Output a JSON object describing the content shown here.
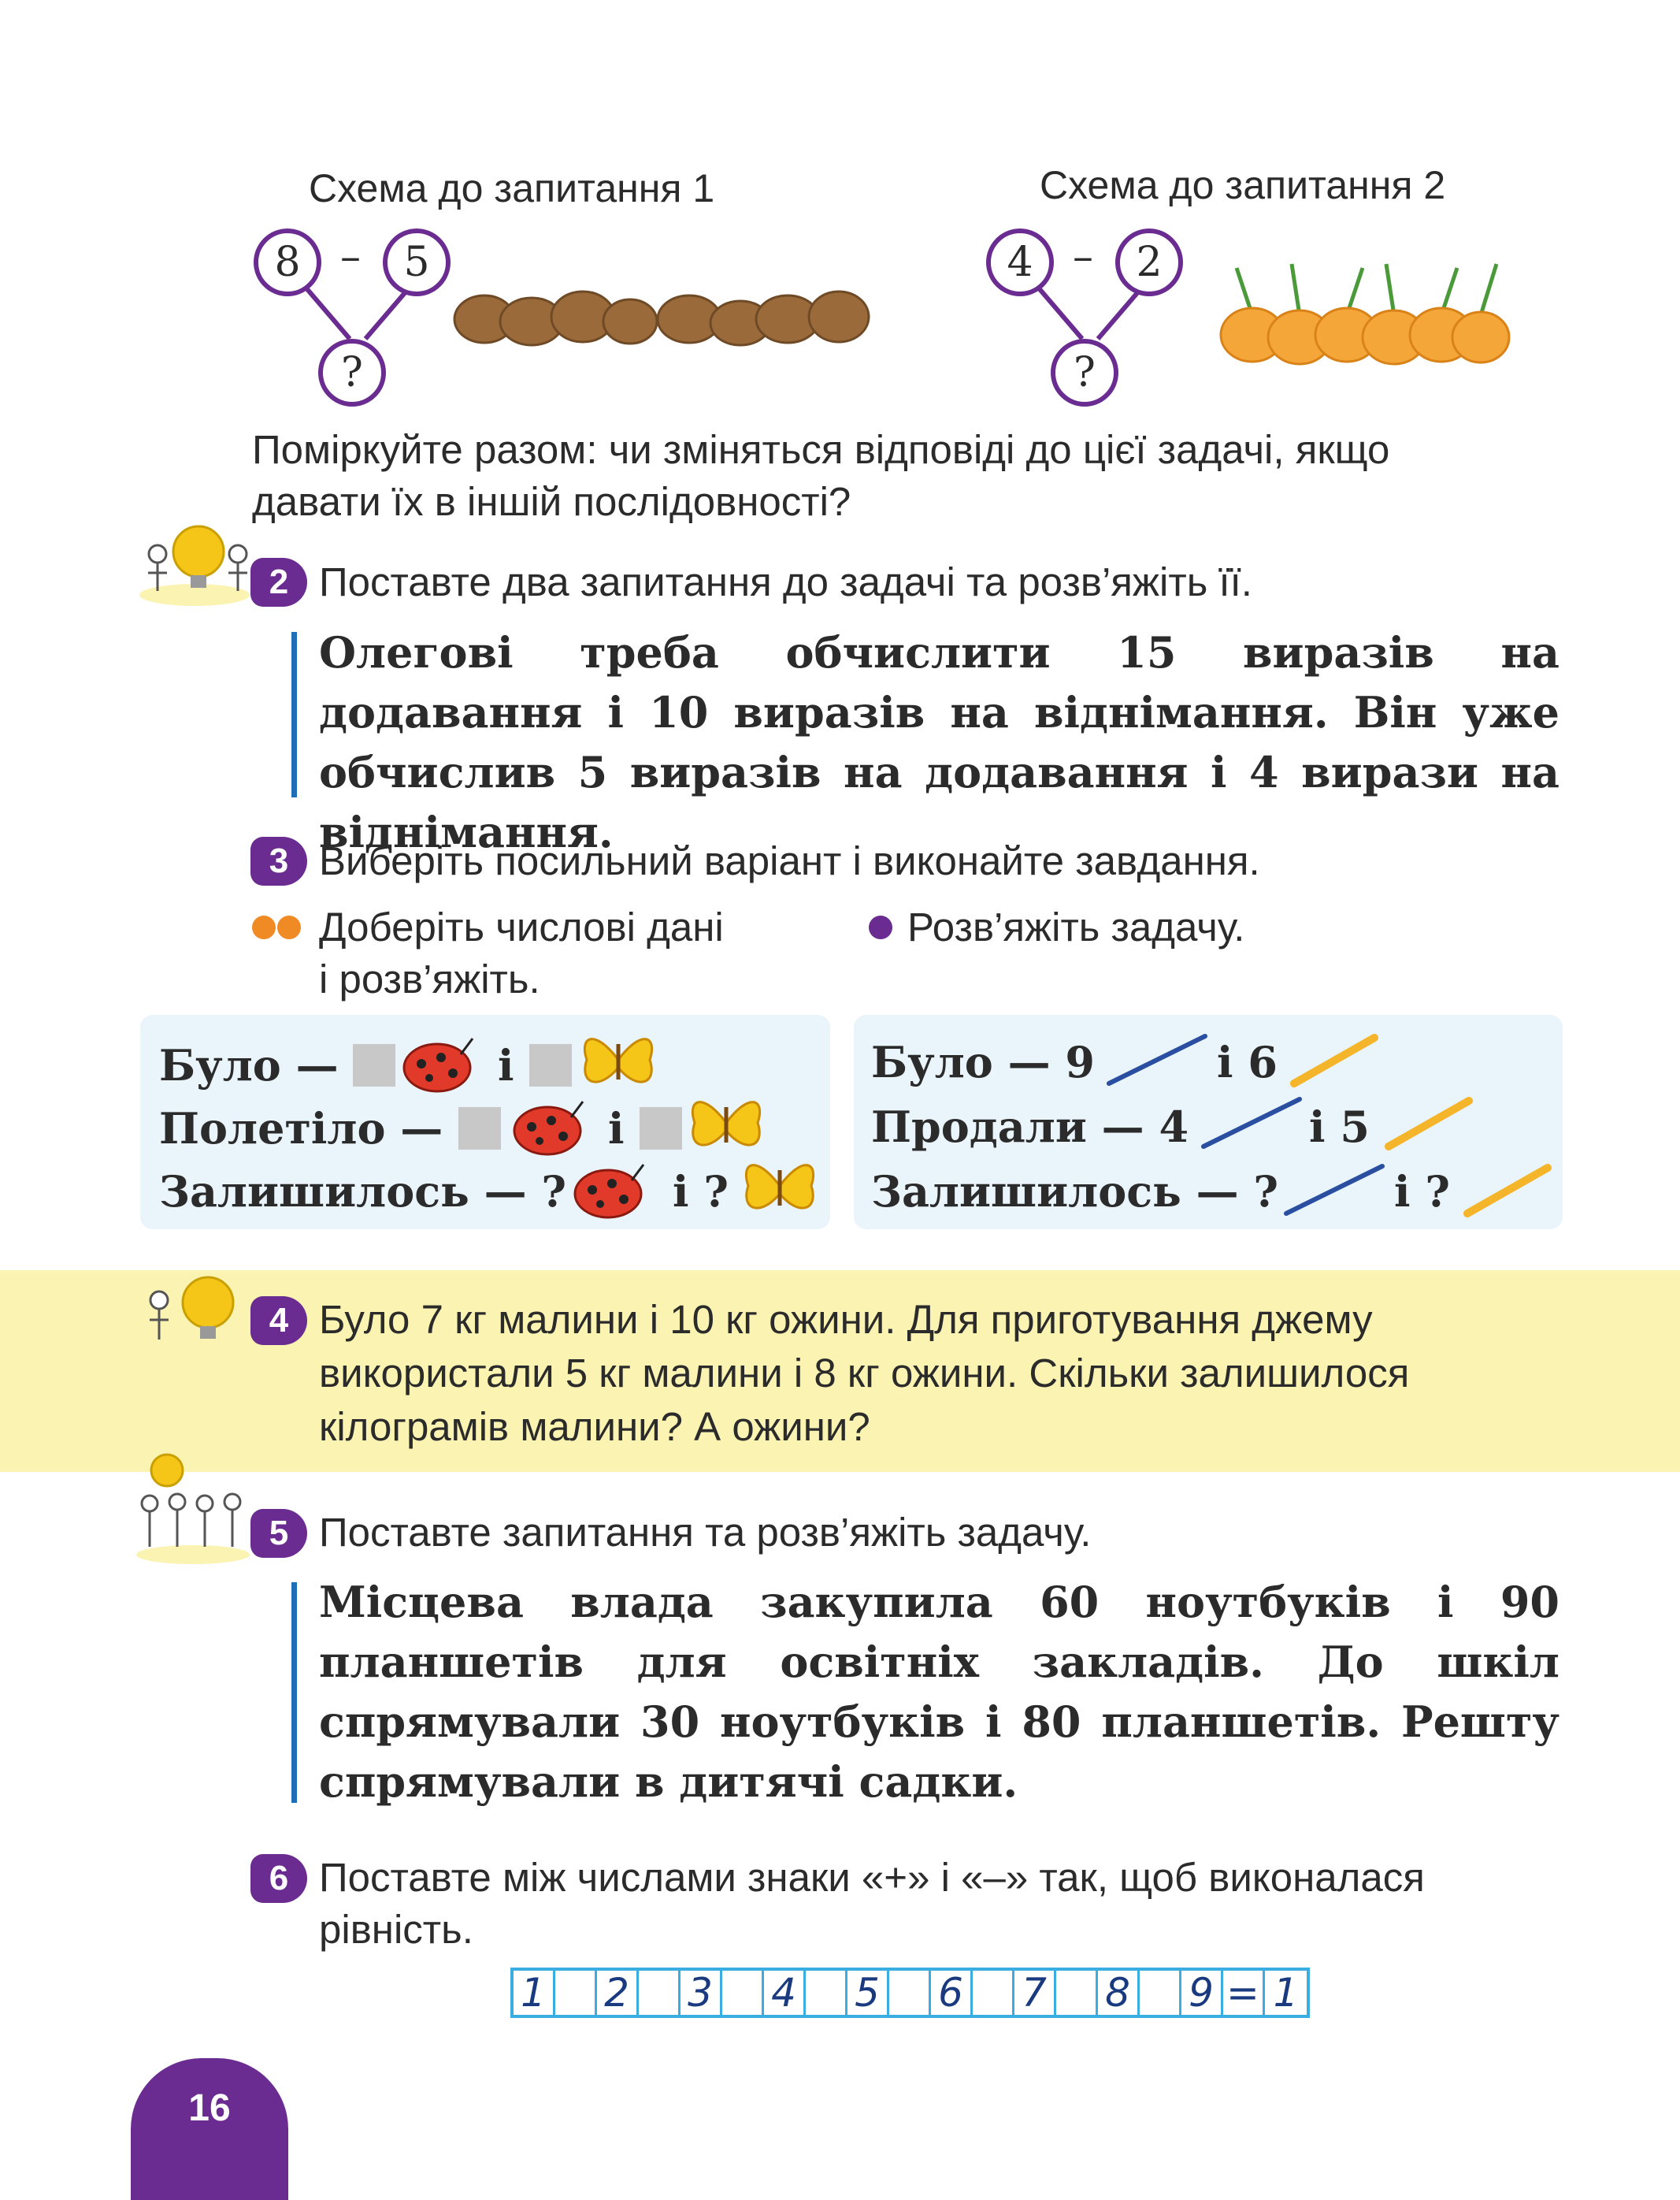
{
  "scheme1": {
    "title": "Схема до запитання 1",
    "a": "8",
    "op": "–",
    "b": "5",
    "q": "?"
  },
  "scheme2": {
    "title": "Схема до запитання 2",
    "a": "4",
    "op": "–",
    "b": "2",
    "q": "?"
  },
  "discuss": {
    "line1": "Поміркуйте разом: чи зміняться відповіді до цієї задачі, якщо",
    "line2": "давати їх в іншій послідовності?"
  },
  "task2": {
    "number": "2",
    "prompt": "Поставте два запитання до задачі та розв’яжіть її.",
    "text": "Олегові треба обчислити 15 виразів на додавання і 10 виразів на віднімання. Він уже обчислив 5 виразів на додавання і 4 вирази на віднімання."
  },
  "task3": {
    "number": "3",
    "prompt": "Виберіть посильний варіант і виконайте завдання.",
    "option_a_line1": "Доберіть числові дані",
    "option_a_line2": "і розв’яжіть.",
    "option_b": "Розв’яжіть задачу.",
    "left": {
      "row1": {
        "label": "Було —",
        "conj": "і"
      },
      "row2": {
        "label": "Полетіло —",
        "conj": "і"
      },
      "row3": {
        "label": "Залишилось — ?",
        "conj": "і ?"
      }
    },
    "right": {
      "row1": {
        "label": "Було — 9",
        "conj": "і 6"
      },
      "row2": {
        "label": "Продали — 4",
        "conj": "і 5"
      },
      "row3": {
        "label": "Залишилось — ?",
        "conj": "і ?"
      }
    }
  },
  "task4": {
    "number": "4",
    "line1": "Було 7 кг малини і 10 кг ожини. Для приготування джему",
    "line2": "використали 5 кг малини і 8 кг ожини. Скільки залишилося",
    "line3": "кілограмів малини? А ожини?"
  },
  "task5": {
    "number": "5",
    "prompt": "Поставте запитання та розв’яжіть задачу.",
    "text": "Місцева влада закупила 60 ноутбуків і 90 планшетів для освітніх закладів. До шкіл спрямували 30 ноутбуків і 80 планшетів. Решту спрямували в дитячі садки."
  },
  "task6": {
    "number": "6",
    "line1": "Поставте між числами знаки «+» і «–» так, щоб виконалася",
    "line2": "рівність.",
    "cells": [
      "1",
      "",
      "2",
      "",
      "3",
      "",
      "4",
      "",
      "5",
      "",
      "6",
      "",
      "7",
      "",
      "8",
      "",
      "9",
      "=",
      "1"
    ]
  },
  "page": {
    "number": "16"
  },
  "colors": {
    "accent": "#6a2c91",
    "bar": "#1f6fb8",
    "panel": "#e9f4fb",
    "band": "#fbf3b2",
    "orange": "#f08a24"
  }
}
